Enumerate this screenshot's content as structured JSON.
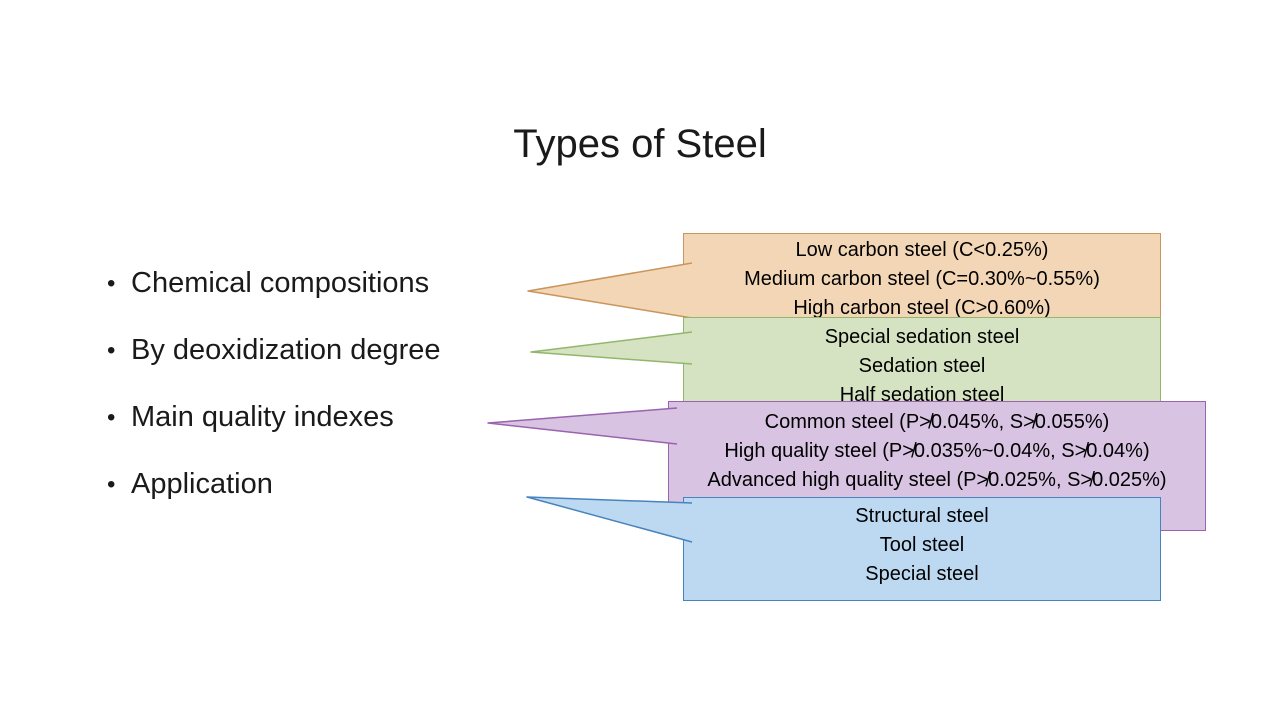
{
  "slide": {
    "title": "Types of Steel",
    "bullets": [
      "Chemical compositions",
      "By deoxidization degree",
      "Main quality indexes",
      "Application"
    ],
    "callouts": [
      {
        "id": "chemical-compositions-callout",
        "fill": "#F3D6B6",
        "stroke": "#C9955C",
        "lines": [
          "Low carbon steel (C<0.25%)",
          "Medium carbon steel (C=0.30%~0.55%)",
          "High carbon steel (C>0.60%)"
        ]
      },
      {
        "id": "deoxidization-degree-callout",
        "fill": "#D6E3C2",
        "stroke": "#92B66C",
        "lines": [
          "Special sedation steel",
          "Sedation steel",
          "Half sedation steel"
        ]
      },
      {
        "id": "quality-indexes-callout",
        "fill": "#D8C3E2",
        "stroke": "#9A63AD",
        "lines": [
          "Common steel (P≯0.045%, S≯0.055%)",
          "High quality steel (P≯0.035%~0.04%, S≯0.04%)",
          "Advanced high quality steel (P≯0.025%, S≯0.025%)"
        ]
      },
      {
        "id": "application-callout",
        "fill": "#BDD9F1",
        "stroke": "#4783BD",
        "lines": [
          "Structural steel",
          "Tool steel",
          "Special steel"
        ]
      }
    ]
  }
}
